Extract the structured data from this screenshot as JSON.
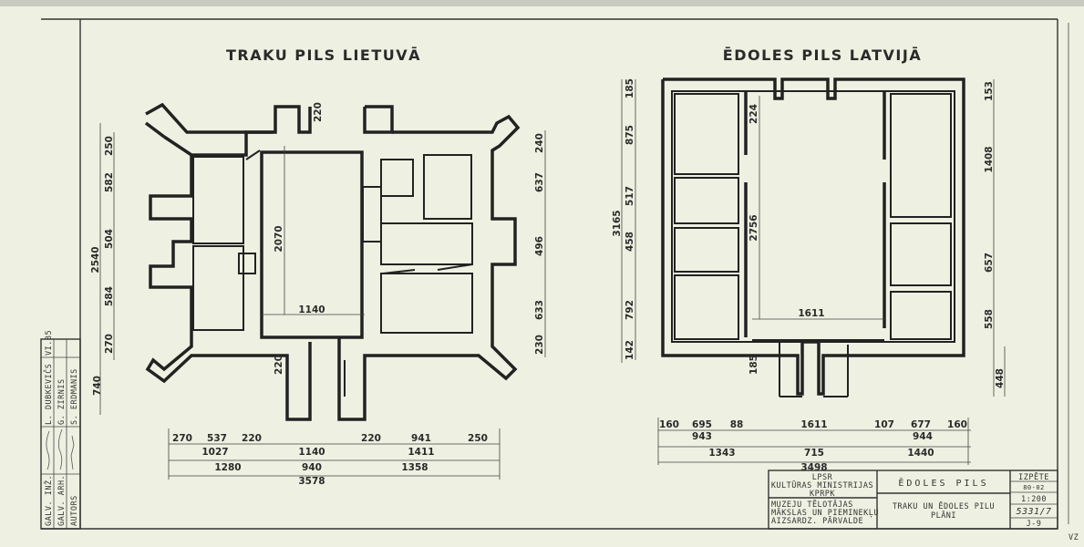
{
  "traku": {
    "title": "TRAKU PILS LIETUVĀ",
    "left_dims": [
      "250",
      "582",
      "504",
      "584",
      "270",
      "740"
    ],
    "left_total": "2540",
    "right_dims": [
      "240",
      "637",
      "496",
      "633",
      "230"
    ],
    "inner": {
      "top": "220",
      "height": "2070",
      "width": "1140",
      "bottom": "220"
    },
    "bottom_row1": [
      "270",
      "537",
      "220",
      "220",
      "941",
      "250"
    ],
    "bottom_row2": [
      "1027",
      "1140",
      "1411"
    ],
    "bottom_row3": [
      "1280",
      "940",
      "1358"
    ],
    "bottom_total": "3578"
  },
  "edoles": {
    "title": "ĒDOLES PILS LATVIJĀ",
    "left_dims": [
      "185",
      "875",
      "517",
      "458",
      "792",
      "142"
    ],
    "left_total": "3165",
    "right_dims": [
      "153",
      "1408",
      "657",
      "558",
      "448"
    ],
    "inner": {
      "top": "224",
      "height": "2756",
      "width": "1611",
      "bottom": "185"
    },
    "bottom_row1": [
      "160",
      "695",
      "88",
      "1611",
      "107",
      "677",
      "160"
    ],
    "bottom_row2": [
      "943",
      "944"
    ],
    "bottom_row3": [
      "1343",
      "715",
      "1440"
    ],
    "bottom_total": "3498"
  },
  "title_block": {
    "org": [
      "LPSR",
      "KULTŪRAS MINISTRIJAS",
      "KPRPK"
    ],
    "dept": [
      "MUZEJU TĒLOTĀJAS",
      "MĀKSLAS UN PIEMINEKĻU",
      "AIZSARDZ. PĀRVALDE"
    ],
    "object": "ĒDOLES PILS",
    "drawing": [
      "TRAKU UN ĒDOLES PILU",
      "PLĀNI"
    ],
    "stage": "IZPĒTE",
    "year": "80-02",
    "scale": "1:200",
    "number": "5331/7",
    "sheet": "J-9"
  },
  "stamp": {
    "roles": [
      "GALV. INŽ.",
      "GALV. ARH.",
      "AUTORS"
    ],
    "names": [
      "L. DUBKEVIČS",
      "G. ZIRNIS",
      "S. ERDMANIS"
    ],
    "date": "VI.85"
  },
  "corner_mark": "VZ"
}
